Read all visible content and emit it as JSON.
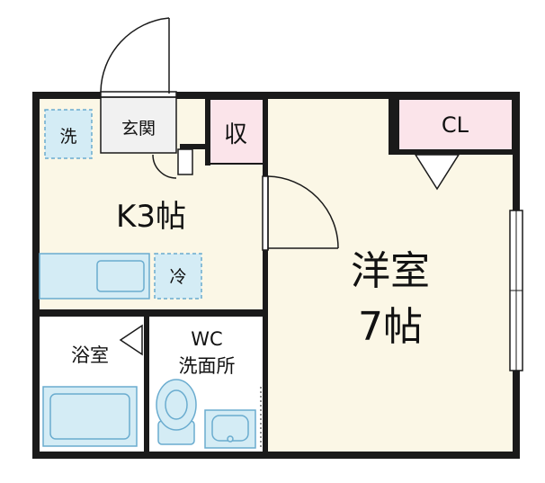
{
  "rooms": {
    "washer": "洗",
    "entrance": "玄関",
    "storage": "収",
    "closet": "CL",
    "kitchen": "K3帖",
    "fridge": "冷",
    "western_room_line1": "洋室",
    "western_room_line2": "7帖",
    "bath": "浴室",
    "wc_line1": "WC",
    "wc_line2": "洗面所"
  },
  "colors": {
    "wall": "#1a1a1a",
    "floor": "#fbf7e6",
    "entrance_floor": "#f1f1f1",
    "storage_fill": "#fbe4ea",
    "fixture_fill": "#d4ecf5",
    "fixture_stroke": "#6aaccf"
  }
}
